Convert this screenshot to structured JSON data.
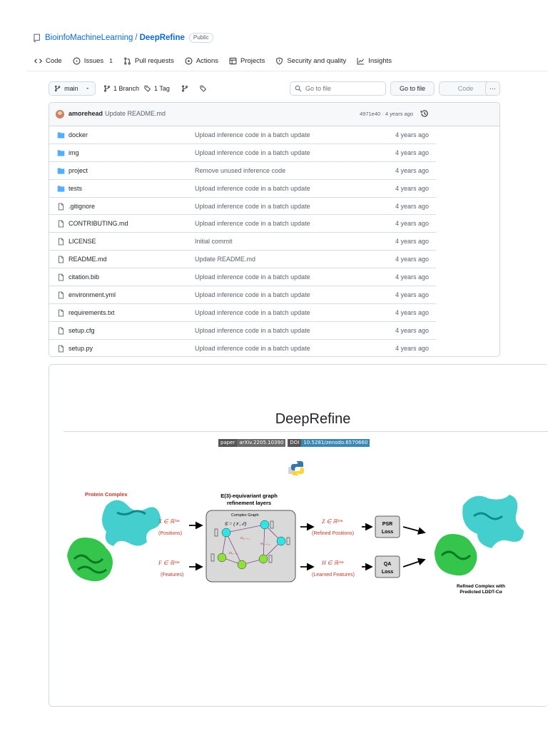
{
  "repo": {
    "owner": "BioinfoMachineLearning",
    "separator": "/",
    "name": "DeepRefine",
    "visibility": "Public"
  },
  "tabs": [
    {
      "label": "Code",
      "icon": "code-icon"
    },
    {
      "label": "Issues",
      "icon": "issue-opened-icon",
      "count": "1"
    },
    {
      "label": "Pull requests",
      "icon": "git-pull-request-icon"
    },
    {
      "label": "Actions",
      "icon": "play-icon"
    },
    {
      "label": "Projects",
      "icon": "table-icon"
    },
    {
      "label": "Security and quality",
      "icon": "shield-icon"
    },
    {
      "label": "Insights",
      "icon": "graph-icon"
    }
  ],
  "toolbar": {
    "branch": "main",
    "branches": "1 Branch",
    "tags": "1 Tag",
    "search_placeholder": "Go to file",
    "go_to_file": "Go to file",
    "code": "Code",
    "more": "···"
  },
  "latest_commit": {
    "author": "amorehead",
    "message": "Update README.md",
    "hash_time": "4971e40 · 4 years ago"
  },
  "files": [
    {
      "name": "docker",
      "type": "folder",
      "message": "Upload inference code in a batch update",
      "time": "4 years ago"
    },
    {
      "name": "img",
      "type": "folder",
      "message": "Upload inference code in a batch update",
      "time": "4 years ago"
    },
    {
      "name": "project",
      "type": "folder",
      "message": "Remove unused inference code",
      "time": "4 years ago"
    },
    {
      "name": "tests",
      "type": "folder",
      "message": "Upload inference code in a batch update",
      "time": "4 years ago"
    },
    {
      "name": ".gitignore",
      "type": "file",
      "message": "Upload inference code in a batch update",
      "time": "4 years ago"
    },
    {
      "name": "CONTRIBUTING.md",
      "type": "file",
      "message": "Upload inference code in a batch update",
      "time": "4 years ago"
    },
    {
      "name": "LICENSE",
      "type": "file",
      "message": "Initial commit",
      "time": "4 years ago"
    },
    {
      "name": "README.md",
      "type": "file",
      "message": "Update README.md",
      "time": "4 years ago"
    },
    {
      "name": "citation.bib",
      "type": "file",
      "message": "Upload inference code in a batch update",
      "time": "4 years ago"
    },
    {
      "name": "environment.yml",
      "type": "file",
      "message": "Upload inference code in a batch update",
      "time": "4 years ago"
    },
    {
      "name": "requirements.txt",
      "type": "file",
      "message": "Upload inference code in a batch update",
      "time": "4 years ago"
    },
    {
      "name": "setup.cfg",
      "type": "file",
      "message": "Upload inference code in a batch update",
      "time": "4 years ago"
    },
    {
      "name": "setup.py",
      "type": "file",
      "message": "Upload inference code in a batch update",
      "time": "4 years ago"
    }
  ],
  "readme": {
    "title": "DeepRefine",
    "badges": [
      {
        "left": "paper",
        "right": "arXiv.2205.10390"
      },
      {
        "left": "DOI",
        "right": "10.5281/zenodo.6570660"
      }
    ],
    "diagram": {
      "protein_complex": "Protein Complex",
      "layers_title_1": "E(3)-equivariant graph",
      "layers_title_2": "refinement layers",
      "complex_graph": "Complex Graph",
      "graph_eq": "𝒢 = (𝒱, ℰ)",
      "x_eq": "X ∈ ℝ³ˣⁿ",
      "x_label": "(Positions)",
      "f_eq": "F ∈ ℝᵈˣⁿ",
      "f_label": "(Features)",
      "z_eq": "Z ∈ ℝ³ˣⁿ",
      "z_label": "(Refined Positions)",
      "h_eq": "H ∈ ℝᵈˣⁿ",
      "h_label": "(Learned Features)",
      "psr_1": "PSR",
      "psr_2": "Loss",
      "qa_1": "QA",
      "qa_2": "Loss",
      "m1": "m₄→₅",
      "m2": "m₃→₆",
      "m3": "m₂→₁",
      "out_1": "Refined Complex with",
      "out_2": "Predicted LDDT-Cα"
    }
  },
  "colors": {
    "link": "#0969da",
    "folder": "#54aeff",
    "red_label": "#c0392b",
    "cyan_node": "#2ee6e6",
    "green_node": "#8fe03a"
  }
}
